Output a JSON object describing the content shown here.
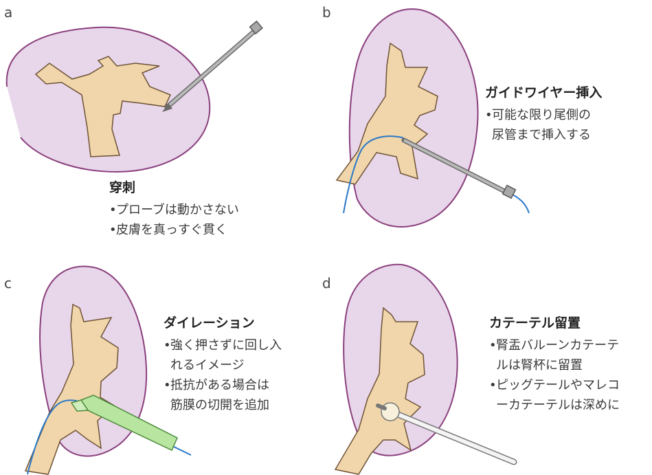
{
  "colors": {
    "kidney_fill": "#e8d6ea",
    "kidney_stroke": "#8a3f7d",
    "pelvis_fill": "#f0d6aa",
    "pelvis_stroke": "#6e5236",
    "needle": "#9b9b9b",
    "wire": "#2a78c8",
    "dilator": "#b8e6a0",
    "catheter": "#f4f4f4"
  },
  "icons": [
    "kidney-shape",
    "renal-pelvis-shape",
    "puncture-needle",
    "guidewire",
    "dilator-sheath",
    "balloon-catheter"
  ],
  "panels": [
    {
      "letter": "a",
      "title": "穿刺",
      "lines": [
        {
          "bullet": "•",
          "text": "プローブは動かさない"
        },
        {
          "bullet": "•",
          "text": "皮膚を真っすぐ貫く"
        }
      ]
    },
    {
      "letter": "b",
      "title": "ガイドワイヤー挿入",
      "lines": [
        {
          "bullet": "•",
          "text": "可能な限り尾側の"
        },
        {
          "bullet": "",
          "text": "尿管まで挿入する"
        }
      ]
    },
    {
      "letter": "c",
      "title": "ダイレーション",
      "lines": [
        {
          "bullet": "•",
          "text": "強く押さずに回し入"
        },
        {
          "bullet": "",
          "text": "れるイメージ"
        },
        {
          "bullet": "•",
          "text": "抵抗がある場合は"
        },
        {
          "bullet": "",
          "text": "筋膜の切開を追加"
        }
      ]
    },
    {
      "letter": "d",
      "title": "カテーテル留置",
      "lines": [
        {
          "bullet": "•",
          "text": "腎盂バルーンカテーテ"
        },
        {
          "bullet": "",
          "text": "ルは腎杯に留置"
        },
        {
          "bullet": "•",
          "text": "ピッグテールやマレコ"
        },
        {
          "bullet": "",
          "text": "ーカテーテルは深めに"
        }
      ]
    }
  ]
}
